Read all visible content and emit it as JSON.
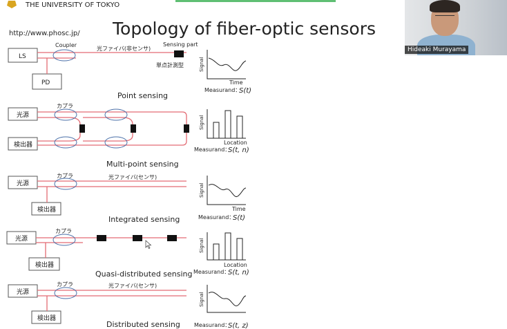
{
  "header": {
    "university": "THE UNIVERSITY OF TOKYO",
    "url": "http://www.phosc.jp/",
    "title": "Topology of fiber-optic sensors"
  },
  "webcam": {
    "participant_name": "Hideaki Murayama"
  },
  "diagrams": {
    "point": {
      "ls_label": "LS",
      "pd_label": "PD",
      "coupler_label": "Coupler",
      "fiber_label": "光ファイバ(非センサ)",
      "sensing_part_label": "Sensing part",
      "single_point_label": "単点計測型",
      "caption": "Point sensing",
      "graph_y": "Signal",
      "graph_x": "Time",
      "measurand": "Measurand：",
      "measurand_expr": "S(t)"
    },
    "multipoint": {
      "source_label": "光源",
      "detector_label": "検出器",
      "coupler_label": "カプラ",
      "caption": "Multi-point sensing",
      "graph_y": "Signal",
      "graph_x": "Location",
      "measurand": "Measurand：",
      "measurand_expr": "S(t, n)"
    },
    "integrated": {
      "source_label": "光源",
      "detector_label": "検出器",
      "coupler_label": "カプラ",
      "fiber_label": "光ファイバ(センサ)",
      "caption": "Integrated sensing",
      "graph_y": "Signal",
      "graph_x": "Time",
      "measurand": "Measurand：",
      "measurand_expr": "S(t)"
    },
    "quasi": {
      "source_label": "光源",
      "detector_label": "検出器",
      "coupler_label": "カプラ",
      "caption": "Quasi-distributed sensing",
      "graph_y": "Signal",
      "graph_x": "Location",
      "measurand": "Measurand：",
      "measurand_expr": "S(t, n)"
    },
    "distributed": {
      "source_label": "光源",
      "detector_label": "検出器",
      "coupler_label": "カプラ",
      "fiber_label": "光ファイバ(センサ)",
      "caption": "Distributed sensing",
      "graph_y": "Signal",
      "measurand": "Measurand：",
      "measurand_expr": "S(t, z)"
    }
  },
  "colors": {
    "fiber": "#e36b74",
    "coupler": "#4a6fa8",
    "share_bar": "#5fbf73"
  }
}
